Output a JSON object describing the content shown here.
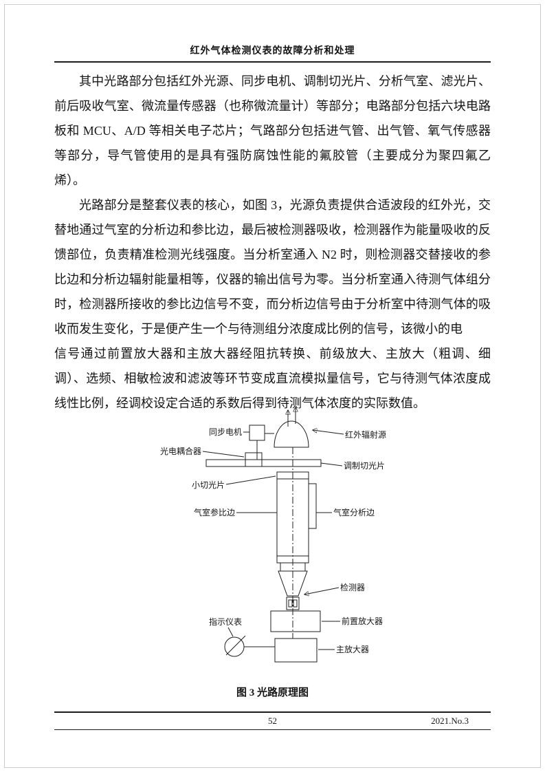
{
  "header": {
    "title": "红外气体检测仪表的故障分析和处理"
  },
  "paragraphs": [
    "其中光路部分包括红外光源、同步电机、调制切光片、分析气室、滤光片、前后吸收气室、微流量传感器（也称微流量计）等部分；电路部分包括六块电路板和 MCU、A/D 等相关电子芯片；气路部分包括进气管、出气管、氧气传感器等部分，导气管使用的是具有强防腐蚀性能的氟胶管（主要成分为聚四氟乙烯）。",
    "光路部分是整套仪表的核心，如图 3，光源负责提供合适波段的红外光，交替地通过气室的分析边和参比边，最后被检测器吸收，检测器作为能量吸收的反馈部位，负责精准检测光线强度。当分析室通入 N2 时，则检测器交替接收的参比边和分析边辐射能量相等，仪器的输出信号为零。当分析室通入待测气体组分时，检测器所接收的参比边信号不变，而分析边信号由于分析室中待测气体的吸收而发生变化，于是便产生一个与待测组分浓度成比例的信号，该微小的电",
    "信号通过前置放大器和主放大器经阻抗转换、前级放大、主放大（粗调、细调）、选频、相敏检波和滤波等环节变成直流模拟量信号，它与待测气体浓度成线性比例，经调校设定合适的系数后得到待测气体浓度的实际数值。"
  ],
  "figure": {
    "caption": "图 3  光路原理图",
    "labels": {
      "sync_motor": "同步电机",
      "photo_coupler": "光电耦合器",
      "ir_source": "红外辐射源",
      "modulation_chopper": "调制切光片",
      "small_chopper": "小切光片",
      "cell_reference_side": "气室参比边",
      "cell_analysis_side": "气室分析边",
      "detector": "检测器",
      "preamplifier": "前置放大器",
      "indicator_meter": "指示仪表",
      "main_amplifier": "主放大器"
    }
  },
  "footer": {
    "page_number": "52",
    "issue": "2021.No.3"
  }
}
